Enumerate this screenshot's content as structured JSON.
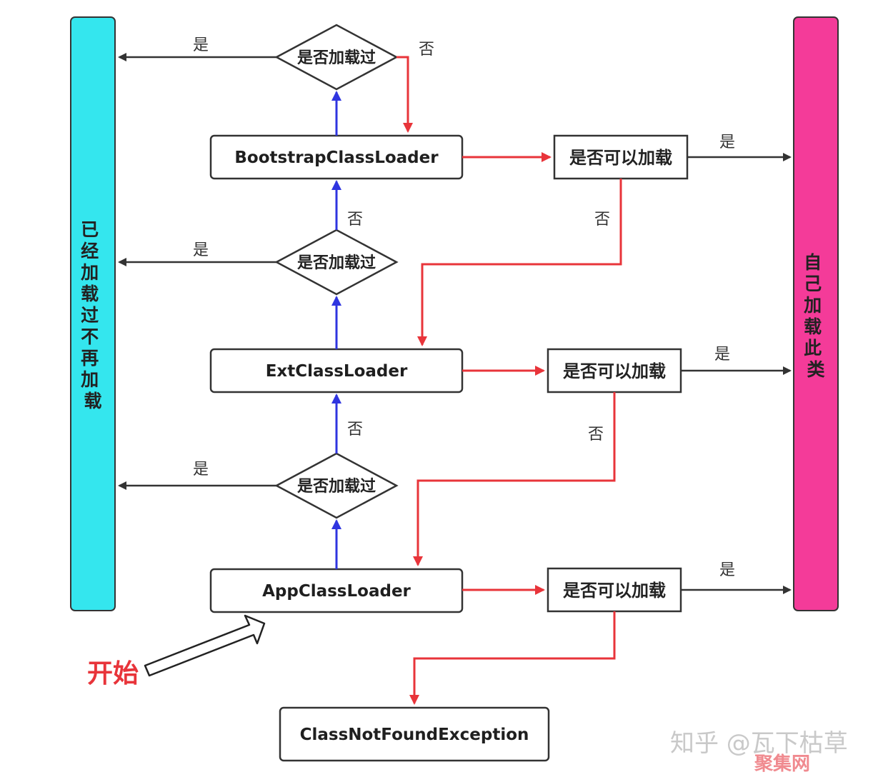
{
  "left_bar": {
    "label": "已经加载过不再加载",
    "color": "#34e6ee"
  },
  "right_bar": {
    "label": "自己加载此类",
    "color": "#f43b99"
  },
  "loaders": {
    "bootstrap": "BootstrapClassLoader",
    "ext": "ExtClassLoader",
    "app": "AppClassLoader",
    "exception": "ClassNotFoundException"
  },
  "decisions": {
    "loaded_check": "是否加载过",
    "can_load": "是否可以加载"
  },
  "edge_labels": {
    "yes": "是",
    "no": "否"
  },
  "start_label": "开始",
  "watermark": {
    "main": "知乎 @瓦下枯草",
    "sub": "聚集网"
  },
  "colors": {
    "red_arrow": "#e8343a",
    "blue_arrow": "#2f35e0",
    "black_arrow": "#333333"
  }
}
